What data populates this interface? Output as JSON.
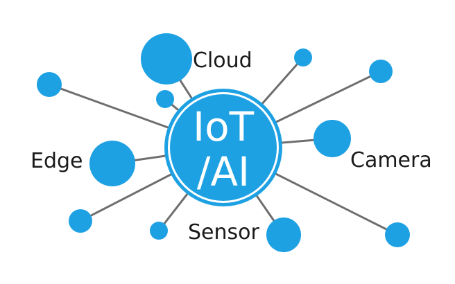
{
  "colors": {
    "node": "#1da1e3",
    "spoke": "#6e6e6e",
    "hub_ring": "#ffffff",
    "label": "#1a1a1a",
    "hub_text": "#ffffff"
  },
  "hub": {
    "line1": "IoT",
    "line2": "/AI"
  },
  "labels": {
    "cloud": "Cloud",
    "edge": "Edge",
    "camera": "Camera",
    "sensor": "Sensor"
  }
}
